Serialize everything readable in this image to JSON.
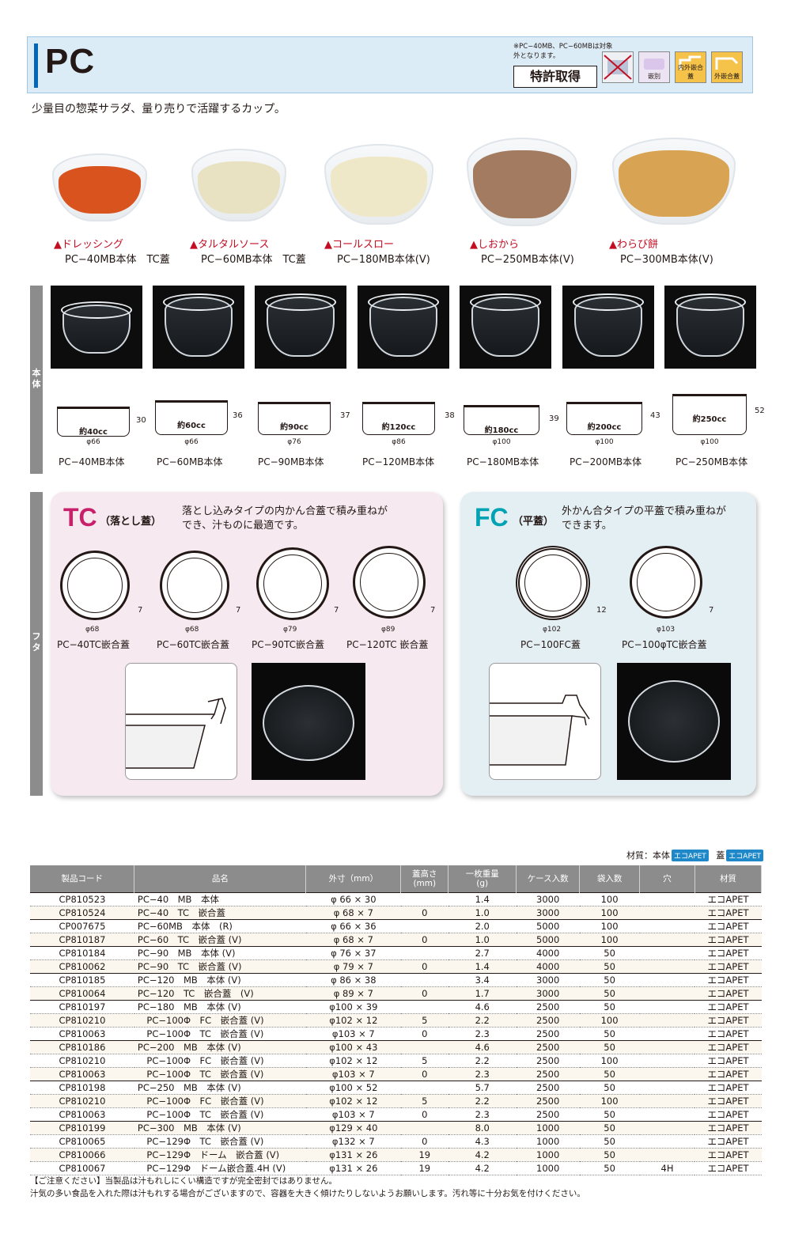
{
  "header": {
    "title": "PC",
    "note": "※PC−40MB、PC−60MBは対象外となります。",
    "patent": "特許取得",
    "pictograms": [
      {
        "label": "",
        "icon": "microwave-no-icon"
      },
      {
        "label": "嵌別",
        "icon": "separate-fit-icon"
      },
      {
        "label": "内外嵌合蓋",
        "icon": "inner-outer-fit-icon"
      },
      {
        "label": "外嵌合蓋",
        "icon": "outer-fit-icon"
      }
    ]
  },
  "subtitle": "少量目の惣菜サラダ、量り売りで活躍するカップ。",
  "foods": [
    {
      "name": "▲ドレッシング",
      "code": "PC−40MB本体　TC蓋",
      "color": "#d9531e"
    },
    {
      "name": "▲タルタルソース",
      "code": "PC−60MB本体　TC蓋",
      "color": "#e9e2c2"
    },
    {
      "name": "▲コールスロー",
      "code": "PC−180MB本体(V)",
      "color": "#efe8c8"
    },
    {
      "name": "▲しおから",
      "code": "PC−250MB本体(V)",
      "color": "#a27b60"
    },
    {
      "name": "▲わらび餅",
      "code": "PC−300MB本体(V)",
      "color": "#d8a454"
    }
  ],
  "body_section": {
    "label": "本体",
    "items": [
      {
        "volume": "約40cc",
        "height": "30",
        "diameter": "φ66",
        "name": "PC−40MB本体"
      },
      {
        "volume": "約60cc",
        "height": "36",
        "diameter": "φ66",
        "name": "PC−60MB本体"
      },
      {
        "volume": "約90cc",
        "height": "37",
        "diameter": "φ76",
        "name": "PC−90MB本体"
      },
      {
        "volume": "約120cc",
        "height": "38",
        "diameter": "φ86",
        "name": "PC−120MB本体"
      },
      {
        "volume": "約180cc",
        "height": "39",
        "diameter": "φ100",
        "name": "PC−180MB本体"
      },
      {
        "volume": "約200cc",
        "height": "43",
        "diameter": "φ100",
        "name": "PC−200MB本体"
      },
      {
        "volume": "約250cc",
        "height": "52",
        "diameter": "φ100",
        "name": "PC−250MB本体"
      }
    ]
  },
  "lid_section": {
    "label": "フタ",
    "tc": {
      "big": "TC",
      "kind": "（落とし蓋）",
      "desc1": "落とし込みタイプの内かん合蓋で積み重ねが",
      "desc2": "でき、汁ものに最適です。",
      "lids": [
        {
          "diameter": "φ68",
          "height": "7",
          "name": "PC−40TC嵌合蓋"
        },
        {
          "diameter": "φ68",
          "height": "7",
          "name": "PC−60TC嵌合蓋"
        },
        {
          "diameter": "φ79",
          "height": "7",
          "name": "PC−90TC嵌合蓋"
        },
        {
          "diameter": "φ89",
          "height": "7",
          "name": "PC−120TC 嵌合蓋"
        }
      ]
    },
    "fc": {
      "big": "FC",
      "kind": "（平蓋）",
      "desc1": "外かん合タイプの平蓋で積み重ねが",
      "desc2": "できます。",
      "lids": [
        {
          "diameter": "φ102",
          "height": "12",
          "name": "PC−100FC蓋"
        },
        {
          "diameter": "φ103",
          "height": "7",
          "name": "PC−100φTC嵌合蓋"
        }
      ]
    }
  },
  "material": {
    "prefix": "材質：本体",
    "tag1": "エコAPET",
    "mid": "蓋",
    "tag2": "エコAPET"
  },
  "table": {
    "headers": [
      "製品コード",
      "品名",
      "外寸（mm）",
      "蓋高さ\n(mm)",
      "一枚重量\n(g)",
      "ケース入数",
      "袋入数",
      "穴",
      "材質"
    ],
    "rows": [
      {
        "code": "CP810523",
        "name": "PC−40　MB　本体",
        "size": "φ 66 × 30",
        "lidh": "",
        "weight": "1.4",
        "case": "3000",
        "bag": "100",
        "hole": "",
        "mat": "エコAPET",
        "grp": true
      },
      {
        "code": "CP810524",
        "name": "PC−40　TC　嵌合蓋",
        "size": "φ 68 × 7",
        "lidh": "0",
        "weight": "1.0",
        "case": "3000",
        "bag": "100",
        "hole": "",
        "mat": "エコAPET",
        "grp": false
      },
      {
        "code": "CP007675",
        "name": "PC−60MB　本体　(R)",
        "size": "φ 66 × 36",
        "lidh": "",
        "weight": "2.0",
        "case": "5000",
        "bag": "100",
        "hole": "",
        "mat": "エコAPET",
        "grp": true
      },
      {
        "code": "CP810187",
        "name": "PC−60　TC　嵌合蓋 (V)",
        "size": "φ 68 × 7",
        "lidh": "0",
        "weight": "1.0",
        "case": "5000",
        "bag": "100",
        "hole": "",
        "mat": "エコAPET",
        "grp": false
      },
      {
        "code": "CP810184",
        "name": "PC−90　MB　本体 (V)",
        "size": "φ 76 × 37",
        "lidh": "",
        "weight": "2.7",
        "case": "4000",
        "bag": "50",
        "hole": "",
        "mat": "エコAPET",
        "grp": true
      },
      {
        "code": "CP810062",
        "name": "PC−90　TC　嵌合蓋 (V)",
        "size": "φ 79 × 7",
        "lidh": "0",
        "weight": "1.4",
        "case": "4000",
        "bag": "50",
        "hole": "",
        "mat": "エコAPET",
        "grp": false
      },
      {
        "code": "CP810185",
        "name": "PC−120　MB　本体 (V)",
        "size": "φ 86 × 38",
        "lidh": "",
        "weight": "3.4",
        "case": "3000",
        "bag": "50",
        "hole": "",
        "mat": "エコAPET",
        "grp": true
      },
      {
        "code": "CP810064",
        "name": "PC−120　TC　嵌合蓋　(V)",
        "size": "φ 89 × 7",
        "lidh": "0",
        "weight": "1.7",
        "case": "3000",
        "bag": "50",
        "hole": "",
        "mat": "エコAPET",
        "grp": false
      },
      {
        "code": "CP810197",
        "name": "PC−180　MB　本体 (V)",
        "size": "φ100 × 39",
        "lidh": "",
        "weight": "4.6",
        "case": "2500",
        "bag": "50",
        "hole": "",
        "mat": "エコAPET",
        "grp": true
      },
      {
        "code": "CP810210",
        "name": "　PC−100Φ　FC　嵌合蓋 (V)",
        "size": "φ102 × 12",
        "lidh": "5",
        "weight": "2.2",
        "case": "2500",
        "bag": "100",
        "hole": "",
        "mat": "エコAPET",
        "grp": false
      },
      {
        "code": "CP810063",
        "name": "　PC−100Φ　TC　嵌合蓋 (V)",
        "size": "φ103 × 7",
        "lidh": "0",
        "weight": "2.3",
        "case": "2500",
        "bag": "50",
        "hole": "",
        "mat": "エコAPET",
        "grp": false
      },
      {
        "code": "CP810186",
        "name": "PC−200　MB　本体 (V)",
        "size": "φ100 × 43",
        "lidh": "",
        "weight": "4.6",
        "case": "2500",
        "bag": "50",
        "hole": "",
        "mat": "エコAPET",
        "grp": true
      },
      {
        "code": "CP810210",
        "name": "　PC−100Φ　FC　嵌合蓋 (V)",
        "size": "φ102 × 12",
        "lidh": "5",
        "weight": "2.2",
        "case": "2500",
        "bag": "100",
        "hole": "",
        "mat": "エコAPET",
        "grp": false
      },
      {
        "code": "CP810063",
        "name": "　PC−100Φ　TC　嵌合蓋 (V)",
        "size": "φ103 × 7",
        "lidh": "0",
        "weight": "2.3",
        "case": "2500",
        "bag": "50",
        "hole": "",
        "mat": "エコAPET",
        "grp": false
      },
      {
        "code": "CP810198",
        "name": "PC−250　MB　本体 (V)",
        "size": "φ100 × 52",
        "lidh": "",
        "weight": "5.7",
        "case": "2500",
        "bag": "50",
        "hole": "",
        "mat": "エコAPET",
        "grp": true
      },
      {
        "code": "CP810210",
        "name": "　PC−100Φ　FC　嵌合蓋 (V)",
        "size": "φ102 × 12",
        "lidh": "5",
        "weight": "2.2",
        "case": "2500",
        "bag": "100",
        "hole": "",
        "mat": "エコAPET",
        "grp": false
      },
      {
        "code": "CP810063",
        "name": "　PC−100Φ　TC　嵌合蓋 (V)",
        "size": "φ103 × 7",
        "lidh": "0",
        "weight": "2.3",
        "case": "2500",
        "bag": "50",
        "hole": "",
        "mat": "エコAPET",
        "grp": false
      },
      {
        "code": "CP810199",
        "name": "PC−300　MB　本体 (V)",
        "size": "φ129 × 40",
        "lidh": "",
        "weight": "8.0",
        "case": "1000",
        "bag": "50",
        "hole": "",
        "mat": "エコAPET",
        "grp": true
      },
      {
        "code": "CP810065",
        "name": "　PC−129Φ　TC　嵌合蓋 (V)",
        "size": "φ132 × 7",
        "lidh": "0",
        "weight": "4.3",
        "case": "1000",
        "bag": "50",
        "hole": "",
        "mat": "エコAPET",
        "grp": false
      },
      {
        "code": "CP810066",
        "name": "　PC−129Φ　ドーム　嵌合蓋 (V)",
        "size": "φ131 × 26",
        "lidh": "19",
        "weight": "4.2",
        "case": "1000",
        "bag": "50",
        "hole": "",
        "mat": "エコAPET",
        "grp": false
      },
      {
        "code": "CP810067",
        "name": "　PC−129Φ　ドーム嵌合蓋.4H (V)",
        "size": "φ131 × 26",
        "lidh": "19",
        "weight": "4.2",
        "case": "1000",
        "bag": "50",
        "hole": "4H",
        "mat": "エコAPET",
        "grp": false
      }
    ]
  },
  "footnote": {
    "line1": "【ご注意ください】当製品は汁もれしにくい構造ですが完全密封ではありません。",
    "line2": "汁気の多い食品を入れた際は汁もれする場合がございますので、容器を大きく傾けたりしないようお願いします。汚れ等に十分お気を付けください。"
  }
}
